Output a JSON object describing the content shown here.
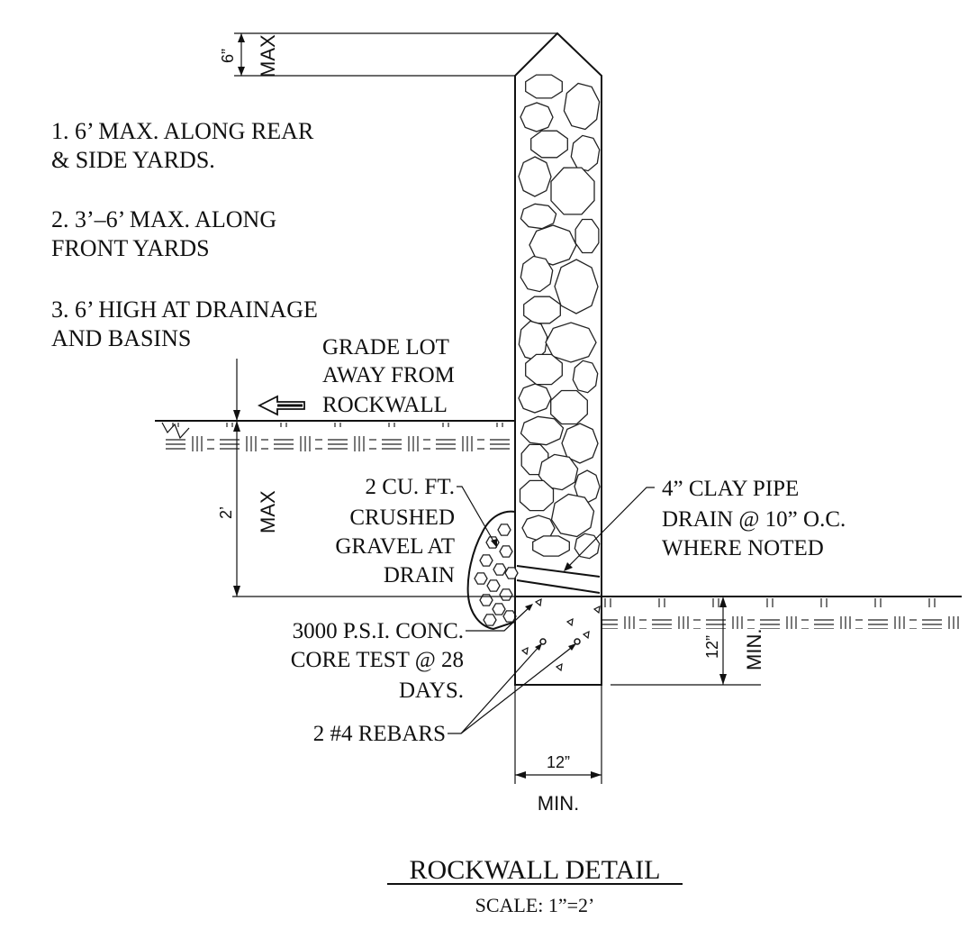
{
  "notes": {
    "n1_line1": "1.   6’ MAX. ALONG REAR",
    "n1_line2": "& SIDE YARDS.",
    "n2_line1": "2.   3’–6’ MAX. ALONG",
    "n2_line2": "FRONT YARDS",
    "n3_line1": "3.   6’ HIGH AT DRAINAGE",
    "n3_line2": "AND BASINS"
  },
  "callouts": {
    "grade_line1": "GRADE LOT",
    "grade_line2": "AWAY FROM",
    "grade_line3": "ROCKWALL",
    "gravel_line1": "2 CU. FT.",
    "gravel_line2": "CRUSHED",
    "gravel_line3": "GRAVEL AT",
    "gravel_line4": "DRAIN",
    "pipe_line1": "4” CLAY PIPE",
    "pipe_line2": "DRAIN @ 10” O.C.",
    "pipe_line3": "WHERE NOTED",
    "conc_line1": "3000 P.S.I.  CONC.",
    "conc_line2": "CORE TEST @ 28",
    "conc_line3": "DAYS.",
    "rebar": "2 #4 REBARS"
  },
  "dimensions": {
    "top_value": "6”",
    "top_max": "MAX",
    "mid_value": "2’",
    "mid_max": "MAX",
    "footing_depth_value": "12”",
    "footing_depth_min": "MIN.",
    "footing_width_value": "12”",
    "footing_width_min": "MIN."
  },
  "title": {
    "main": "ROCKWALL DETAIL",
    "scale": "SCALE: 1”=2’"
  }
}
